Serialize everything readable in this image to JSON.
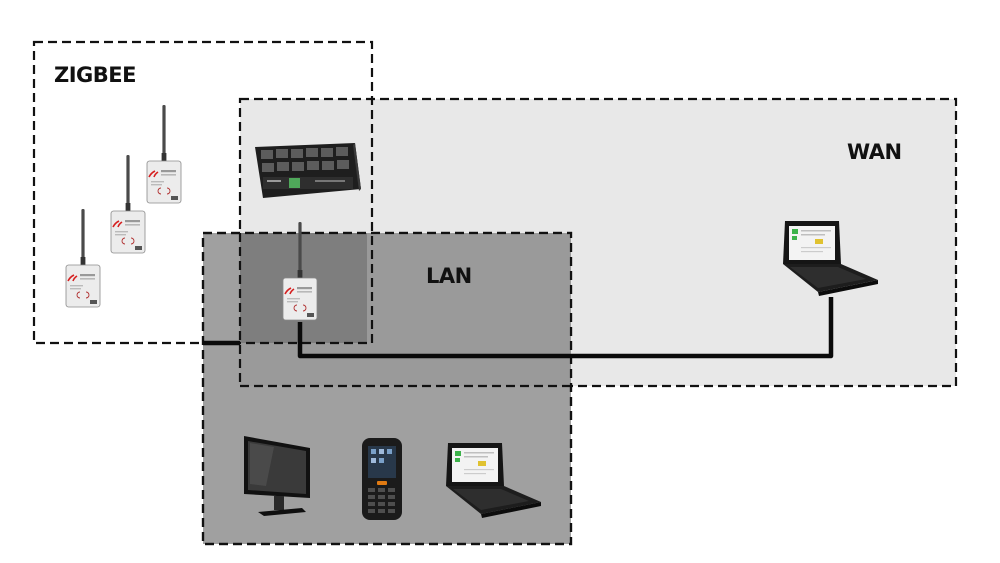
{
  "zones": {
    "zigbee": {
      "label": "ZIGBEE"
    },
    "wan": {
      "label": "WAN"
    },
    "lan": {
      "label": "LAN"
    }
  },
  "colors": {
    "wan_fill": "#e8e8e8",
    "lan_fill": "#a0a0a0",
    "overlap_fill": "#7e7e7e",
    "border": "#111111",
    "cable": "#0a0a0a",
    "sensor_body": "#eeeeee",
    "sensor_logo": "#d62020"
  },
  "devices": {
    "zigbee_sensors": 3,
    "gateway_sensor": 1,
    "server": 1,
    "wan_laptop": 1,
    "lan_devices": [
      "monitor-icon",
      "handheld-terminal-icon",
      "laptop-icon"
    ]
  }
}
